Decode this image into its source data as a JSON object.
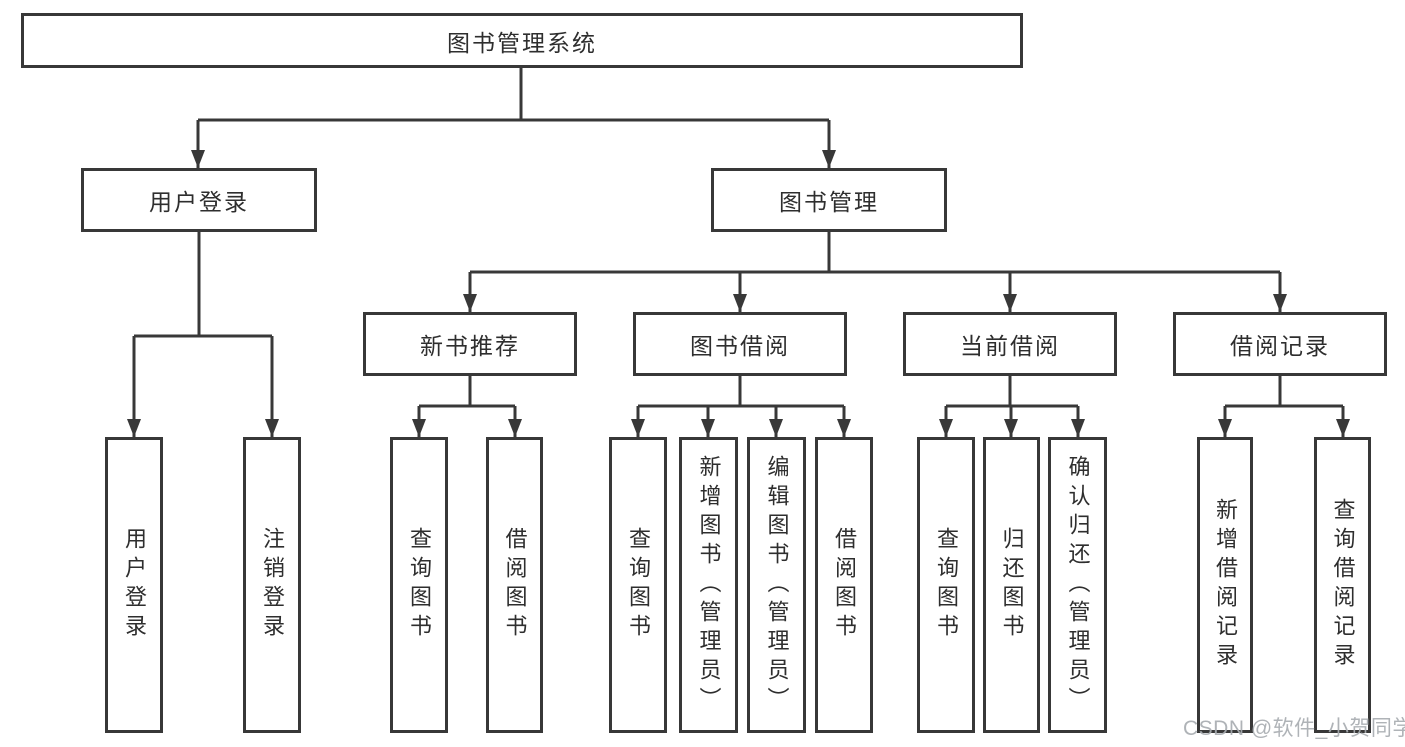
{
  "colors": {
    "line": "#383838",
    "box_border": "#383838",
    "box_fill": "#ffffff",
    "text": "#2e2e2e",
    "watermark": "#a8acb1",
    "background": "#ffffff"
  },
  "watermark": "CSDN @软件_小贺同学",
  "tree": {
    "root": "图书管理系统",
    "branches": [
      {
        "label": "用户登录",
        "leaves": [
          "用户登录",
          "注销登录"
        ]
      },
      {
        "label": "图书管理",
        "groups": [
          {
            "label": "新书推荐",
            "leaves": [
              "查询图书",
              "借阅图书"
            ]
          },
          {
            "label": "图书借阅",
            "leaves": [
              "查询图书",
              "新增图书（管理员）",
              "编辑图书（管理员）",
              "借阅图书"
            ]
          },
          {
            "label": "当前借阅",
            "leaves": [
              "查询图书",
              "归还图书",
              "确认归还（管理员）"
            ]
          },
          {
            "label": "借阅记录",
            "leaves": [
              "新增借阅记录",
              "查询借阅记录"
            ]
          }
        ]
      }
    ]
  }
}
